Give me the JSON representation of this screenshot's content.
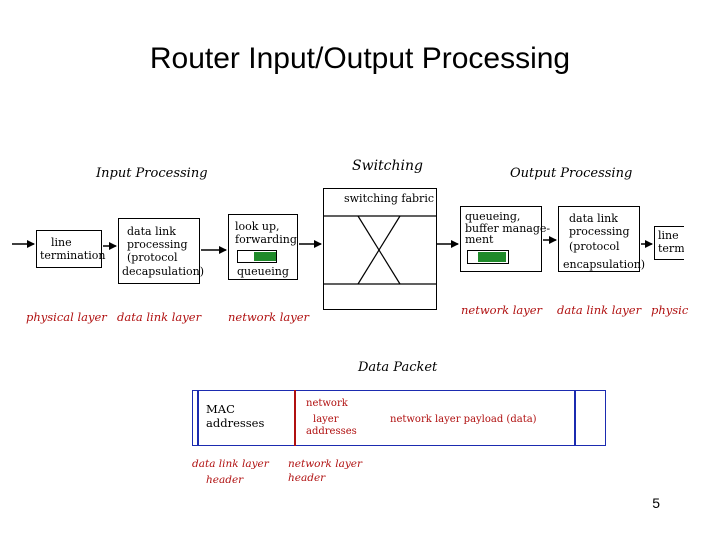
{
  "title": "Router Input/Output Processing",
  "headers": {
    "input": "Input Processing",
    "switching": "Switching",
    "output": "Output Processing",
    "data_packet": "Data Packet"
  },
  "boxes": {
    "line_termination": [
      "line",
      "termination"
    ],
    "dll_input": [
      "data link",
      "processing",
      "(protocol",
      "decapsulation)"
    ],
    "lookup": [
      "look up,",
      "forwarding"
    ],
    "input_queueing": "queueing",
    "switching_fabric": "switching fabric",
    "output_queueing": [
      "queueing,",
      "buffer manage-",
      "ment"
    ],
    "dll_output": [
      "data link",
      "processing",
      "(protocol",
      "encapsulation)"
    ],
    "line_term_out": [
      "line",
      "term"
    ]
  },
  "layers": {
    "physical_in": "physical layer",
    "dll_in": "data link layer",
    "network_in": "network layer",
    "network_out": "network layer",
    "dll_out": "data link layer",
    "physical_out": "physic"
  },
  "packet": {
    "mac": [
      "MAC",
      "addresses"
    ],
    "network_addr": [
      "network",
      "layer",
      "addresses"
    ],
    "payload": "network layer payload (data)"
  },
  "packet_labels": {
    "dll_header": [
      "data link layer",
      "header"
    ],
    "net_header": [
      "network layer",
      "header"
    ]
  },
  "colors": {
    "accent_red": "#b01010",
    "queue_green": "#1f8a2a",
    "packet_blue": "#1b2bb0"
  },
  "page_number": "5"
}
